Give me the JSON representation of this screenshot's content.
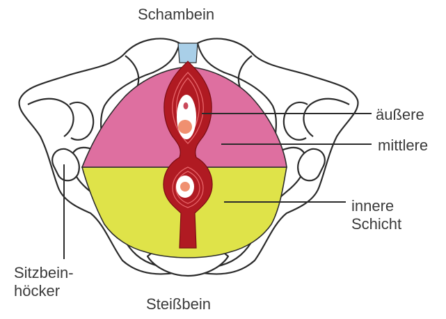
{
  "labels": {
    "top": "Schambein",
    "bottom": "Steißbein",
    "outer": "äußere",
    "middle": "mittlere",
    "inner_line1": "innere",
    "inner_line2": "Schicht",
    "sitz_line1": "Sitzbein-",
    "sitz_line2": "höcker"
  },
  "colors": {
    "bone_outline": "#2b2b2b",
    "bone_fill": "#ffffff",
    "symphysis": "#a9cfe8",
    "outer_layer": "#b01a22",
    "outer_layer_rings": "#e8656a",
    "middle_layer": "#de6fa0",
    "inner_layer": "#dfe349",
    "opening_fill": "#ffffff",
    "opening_spot": "#f09070",
    "leader_line": "#2b2b2b",
    "label_text": "#3a3a3a"
  }
}
